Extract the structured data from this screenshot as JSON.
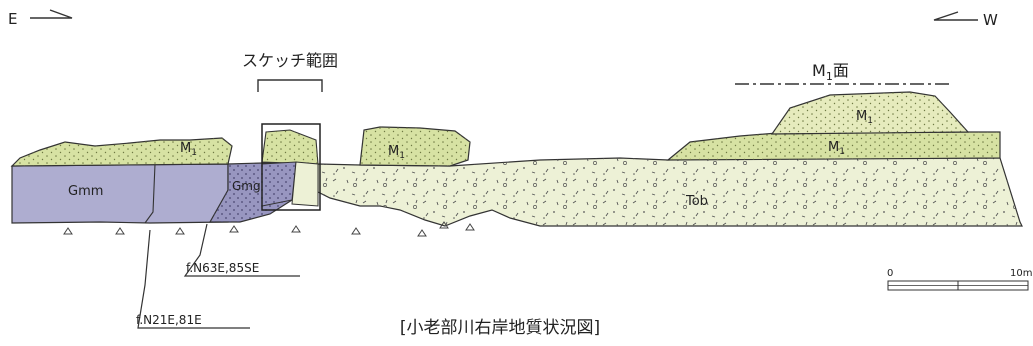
{
  "orientation": {
    "left": "E",
    "right": "W"
  },
  "sketch_range_label": "スケッチ範囲",
  "m1_surface_label": {
    "base": "M",
    "sub": "1",
    "suffix": "面"
  },
  "units": {
    "m1_left": {
      "base": "M",
      "sub": "1"
    },
    "m1_middle": {
      "base": "M",
      "sub": "1"
    },
    "m1_right_upper": {
      "base": "M",
      "sub": "1"
    },
    "m1_right_lower": {
      "base": "M",
      "sub": "1"
    },
    "gmm": "Gmm",
    "gmg": "Gmg",
    "tob": "Tob"
  },
  "faults": [
    {
      "label": "f.N63E,85SE"
    },
    {
      "label": "f.N21E,81E"
    }
  ],
  "scale_bar": {
    "start": "0",
    "end": "10m"
  },
  "caption": "[小老部川右岸地質状況図]",
  "colors": {
    "gmm": "#aeadd0",
    "gmg": "#9896c0",
    "m1": "#d7e2a3",
    "m1_upper": "#e6ebbd",
    "tob": "#edf1d6",
    "line": "#333333"
  }
}
